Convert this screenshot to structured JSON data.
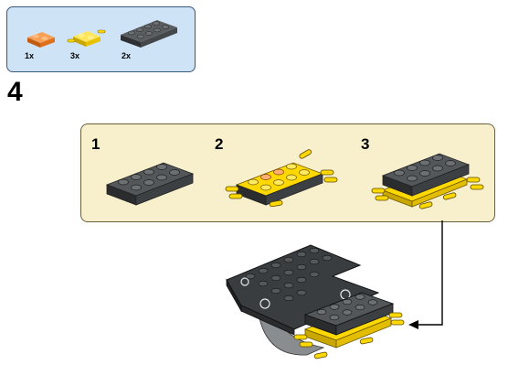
{
  "parts_list": {
    "items": [
      {
        "name": "orange-plate-1x2",
        "count": "1x",
        "color": "#f07f2a"
      },
      {
        "name": "yellow-clip-plate",
        "count": "3x",
        "color": "#ffdd16"
      },
      {
        "name": "dark-grey-plate-2x4",
        "count": "2x",
        "color": "#5a5d60"
      }
    ]
  },
  "step": {
    "number": "4"
  },
  "sub_steps": [
    {
      "number": "1"
    },
    {
      "number": "2"
    },
    {
      "number": "3"
    }
  ],
  "colors": {
    "parts_bg": "#cfe3f6",
    "substep_bg": "#f8efcc",
    "plate_dark": "#3f4245",
    "plate_top": "#55585b",
    "yellow": "#ffd800",
    "orange": "#f07f2a",
    "arrow": "#000000"
  }
}
